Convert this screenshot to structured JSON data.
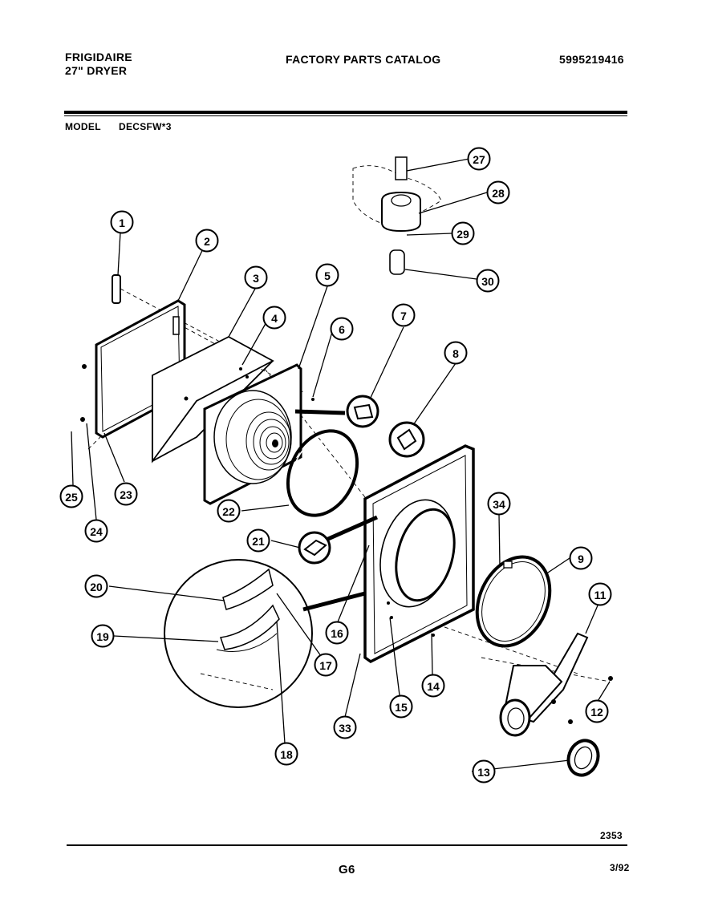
{
  "header": {
    "brand": "FRIGIDAIRE",
    "product": "27\" DRYER",
    "catalog_title": "FACTORY PARTS CATALOG",
    "catalog_number": "5995219416",
    "model_label": "MODEL",
    "model_value": "DECSFW*3"
  },
  "footer": {
    "drawing_number": "2353",
    "page_code": "G6",
    "date": "3/92"
  },
  "callouts": [
    "1",
    "2",
    "3",
    "4",
    "5",
    "6",
    "7",
    "8",
    "9",
    "11",
    "12",
    "13",
    "14",
    "15",
    "16",
    "17",
    "18",
    "19",
    "20",
    "21",
    "22",
    "23",
    "24",
    "25",
    "27",
    "28",
    "29",
    "30",
    "33",
    "34"
  ]
}
